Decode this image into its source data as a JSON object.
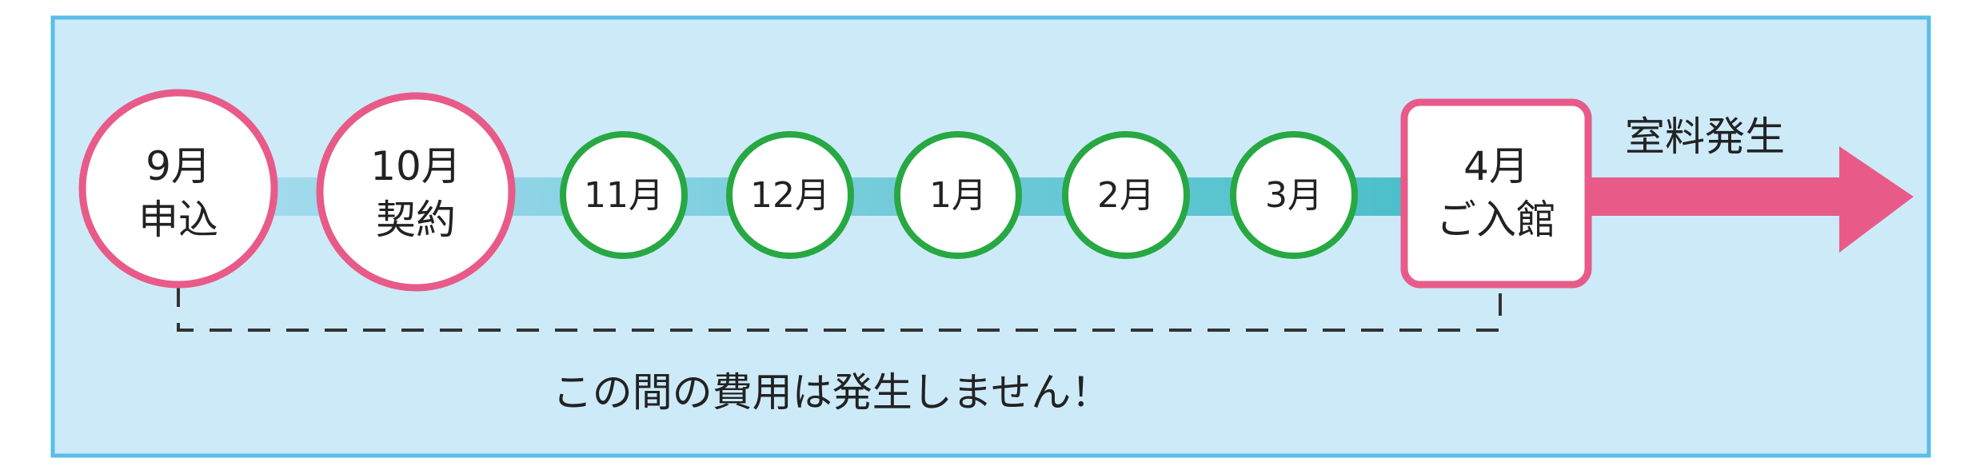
{
  "nodes": [
    {
      "month": "9月",
      "event": "申込"
    },
    {
      "month": "10月",
      "event": "契約"
    },
    {
      "month": "11月"
    },
    {
      "month": "12月"
    },
    {
      "month": "1月"
    },
    {
      "month": "2月"
    },
    {
      "month": "3月"
    },
    {
      "month": "4月",
      "event": "ご入館"
    }
  ],
  "arrow_label": "室料発生",
  "note": "この間の費用は発生しません！",
  "colors": {
    "panel_bg": "#cdeaf9",
    "panel_border": "#5bbde8",
    "pink": "#e85b88",
    "green": "#27a843",
    "track_start": "#a9dcf0",
    "track_end": "#4cbfcb",
    "text": "#222222",
    "dash": "#333333"
  }
}
